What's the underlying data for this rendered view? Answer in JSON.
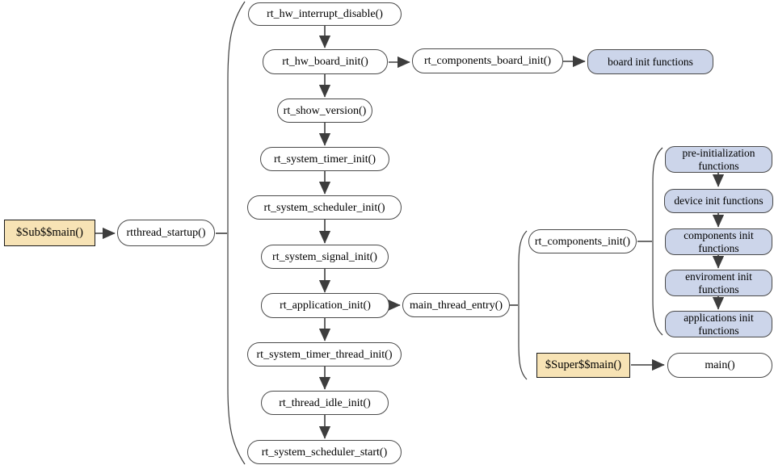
{
  "diagram": {
    "description": "RT-Thread startup flow diagram"
  },
  "colors": {
    "node_fill": "#ffffff",
    "node_border": "#4a4a4a",
    "blue_fill": "#ccd5ea",
    "tan_fill": "#f7e3b5",
    "line_color": "#3d3d3d"
  },
  "nodes": {
    "sub_main": "$Sub$$main()",
    "rtthread_startup": "rtthread_startup()",
    "hw_interrupt_disable": "rt_hw_interrupt_disable()",
    "hw_board_init": "rt_hw_board_init()",
    "components_board_init": "rt_components_board_init()",
    "board_init_functions": "board init functions",
    "show_version": "rt_show_version()",
    "system_timer_init": "rt_system_timer_init()",
    "system_scheduler_init": "rt_system_scheduler_init()",
    "system_signal_init": "rt_system_signal_init()",
    "application_init": "rt_application_init()",
    "main_thread_entry": "main_thread_entry()",
    "components_init": "rt_components_init()",
    "pre_initialization_functions": "pre-initialization functions",
    "device_init_functions": "device init functions",
    "components_init_functions": "components init functions",
    "enviroment_init_functions": "enviroment init functions",
    "applications_init_functions": "applications init functions",
    "super_main": "$Super$$main()",
    "main_fn": "main()",
    "system_timer_thread_init": "rt_system_timer_thread_init()",
    "thread_idle_init": "rt_thread_idle_init()",
    "system_scheduler_start": "rt_system_scheduler_start()"
  }
}
